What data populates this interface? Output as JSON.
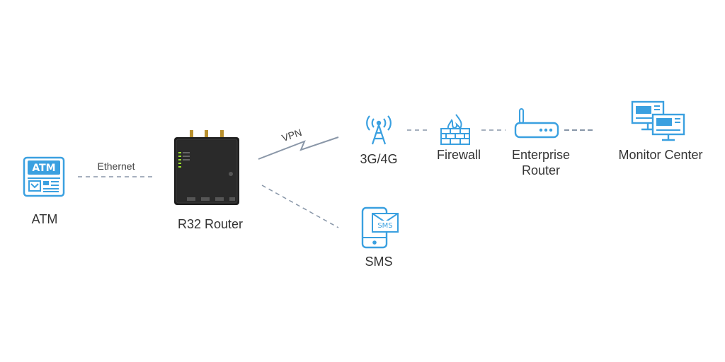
{
  "nodes": {
    "atm": {
      "label": "ATM",
      "icon_text": "ATM"
    },
    "router": {
      "label": "R32 Router"
    },
    "cellular": {
      "label": "3G/4G"
    },
    "firewall": {
      "label": "Firewall"
    },
    "enterprise_router": {
      "label_line1": "Enterprise",
      "label_line2": "Router"
    },
    "monitor": {
      "label": "Monitor Center"
    },
    "sms": {
      "label": "SMS",
      "icon_text": "SMS"
    }
  },
  "links": {
    "atm_router": "Ethernet",
    "router_cellular": "VPN"
  },
  "colors": {
    "icon_blue": "#3aa0e0",
    "line_gray": "#8896a8",
    "text": "#333333",
    "device_body": "#1e1e1e",
    "led_green": "#9be22d"
  }
}
